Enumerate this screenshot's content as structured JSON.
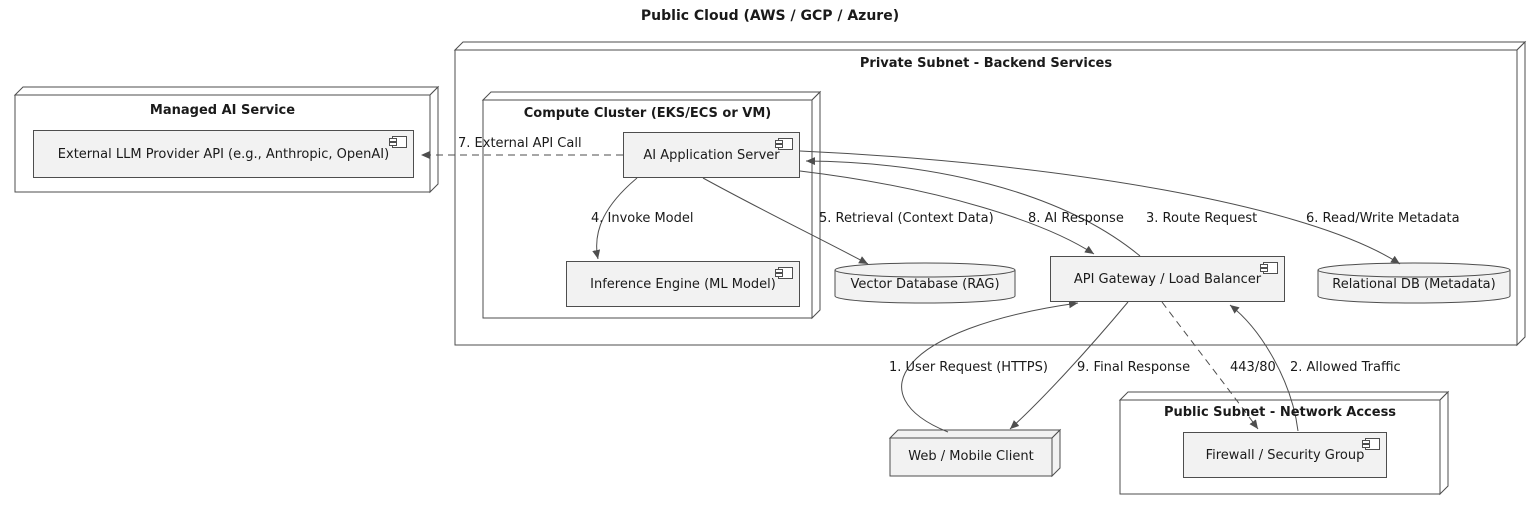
{
  "title": "Public Cloud (AWS / GCP / Azure)",
  "nodes": {
    "managed_ai": {
      "title": "Managed AI Service"
    },
    "private_subnet": {
      "title": "Private Subnet - Backend Services"
    },
    "compute_cluster": {
      "title": "Compute Cluster (EKS/ECS or VM)"
    },
    "public_subnet": {
      "title": "Public Subnet - Network Access"
    },
    "web_client": {
      "title": "Web / Mobile Client"
    }
  },
  "components": {
    "llm_api": {
      "label": "External LLM Provider API (e.g., Anthropic, OpenAI)"
    },
    "app_server": {
      "label": "AI Application Server"
    },
    "inference_engine": {
      "label": "Inference Engine (ML Model)"
    },
    "api_gateway": {
      "label": "API Gateway / Load Balancer"
    },
    "firewall": {
      "label": "Firewall / Security Group"
    }
  },
  "databases": {
    "vector_db": {
      "label": "Vector Database (RAG)"
    },
    "relational_db": {
      "label": "Relational DB (Metadata)"
    }
  },
  "edges": {
    "user_request": {
      "label": "1. User Request (HTTPS)"
    },
    "allowed_traffic": {
      "label": "2. Allowed Traffic"
    },
    "route_request": {
      "label": "3. Route Request"
    },
    "invoke_model": {
      "label": "4. Invoke Model"
    },
    "retrieval": {
      "label": "5. Retrieval (Context Data)"
    },
    "read_write_metadata": {
      "label": "6. Read/Write Metadata"
    },
    "external_api_call": {
      "label": "7. External API Call"
    },
    "ai_response": {
      "label": "8. AI Response"
    },
    "final_response": {
      "label": "9. Final Response"
    },
    "firewall_port": {
      "label": "443/80"
    }
  },
  "colors": {
    "bg": "#ffffff",
    "line": "#4e4e4e",
    "fill": "#f2f2f2",
    "text": "#1a1a1a"
  }
}
